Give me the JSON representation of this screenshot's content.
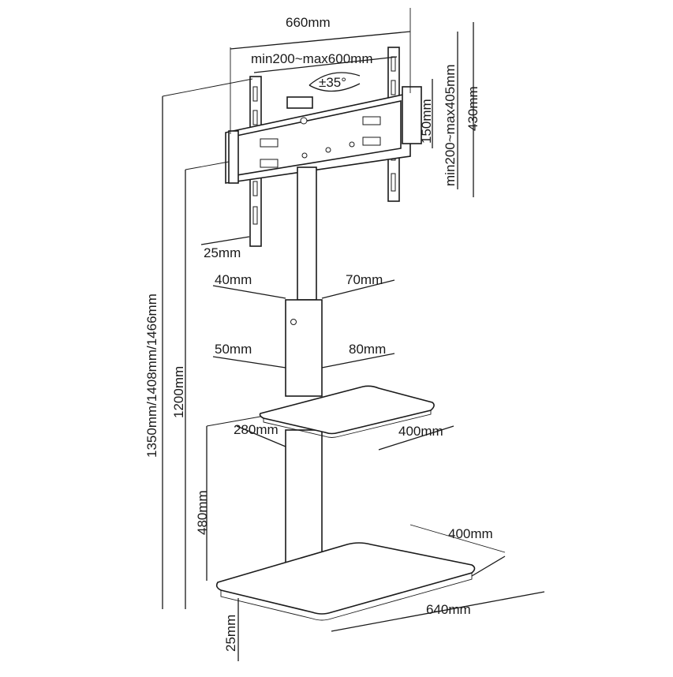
{
  "diagram": {
    "rotation": "±35°",
    "dims": {
      "total_width": "660mm",
      "vesa_horizontal": "min200~max600mm",
      "vesa_vertical": "min200~max405mm",
      "plate_height_150": "150mm",
      "bracket_height": "430mm",
      "bracket_depth": "25mm",
      "column_40": "40mm",
      "column_70": "70mm",
      "column_50": "50mm",
      "column_80": "80mm",
      "total_height": "1350mm/1408mm/1466mm",
      "height_1200": "1200mm",
      "shelf_depth": "280mm",
      "shelf_width": "400mm",
      "shelf_height": "480mm",
      "base_depth": "400mm",
      "base_width": "640mm",
      "base_thickness": "25mm"
    }
  }
}
